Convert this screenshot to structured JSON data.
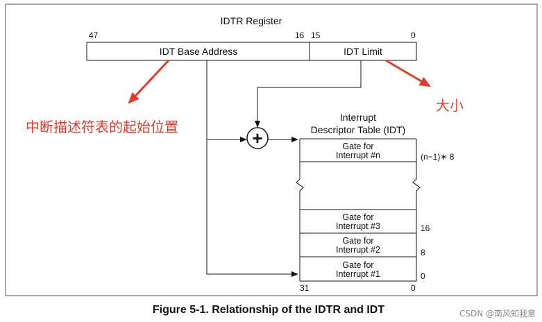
{
  "register": {
    "title": "IDTR Register",
    "bit_47": "47",
    "bit_16": "16",
    "bit_15": "15",
    "bit_0": "0",
    "base_label": "IDT Base Address",
    "limit_label": "IDT Limit"
  },
  "annotations": {
    "base_note": "中断描述符表的起始位置",
    "limit_note": "大小",
    "accent_color": "#e53a2a"
  },
  "adder_symbol": "+",
  "idt": {
    "title_line1": "Interrupt",
    "title_line2": "Descriptor Table (IDT)",
    "gates": [
      {
        "line1": "Gate for",
        "line2": "Interrupt #n",
        "offset": "(n−1)∗ 8"
      },
      {
        "line1": "Gate for",
        "line2": "Interrupt #3",
        "offset": "16"
      },
      {
        "line1": "Gate for",
        "line2": "Interrupt #2",
        "offset": "8"
      },
      {
        "line1": "Gate for",
        "line2": "Interrupt #1",
        "offset": "0"
      }
    ],
    "bit_31": "31",
    "bit_0": "0"
  },
  "caption": "Figure 5-1.  Relationship of the IDTR and IDT",
  "watermark": "CSDN @南风知我意"
}
